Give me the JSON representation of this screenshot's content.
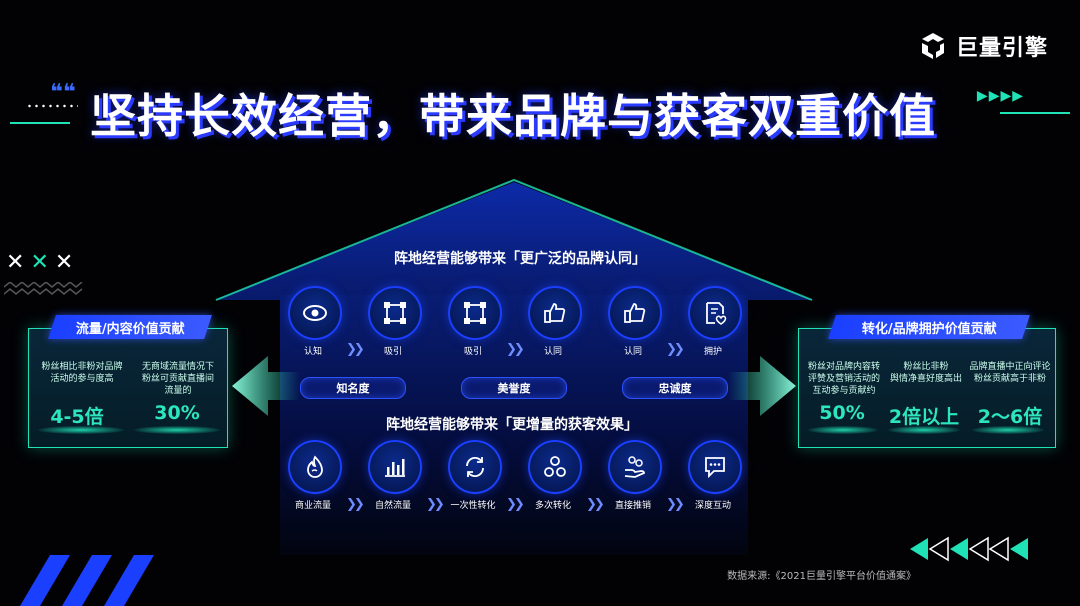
{
  "brand": {
    "name": "巨量引擎",
    "accent": "#1fe3b6",
    "blue": "#1a3fff"
  },
  "title": "坚持长效经营，带来品牌与获客双重价值",
  "house": {
    "top_heading": "阵地经营能够带来「更广泛的品牌认同」",
    "bottom_heading": "阵地经营能够带来「更增量的获客效果」",
    "top_icons": [
      {
        "icon": "eye-icon",
        "label": "认知"
      },
      {
        "icon": "select-frame-icon",
        "label": "吸引"
      },
      {
        "icon": "select-frame-icon",
        "label": "吸引"
      },
      {
        "icon": "thumbs-up-icon",
        "label": "认同"
      },
      {
        "icon": "thumbs-up-icon",
        "label": "认同"
      },
      {
        "icon": "heart-doc-icon",
        "label": "拥护"
      }
    ],
    "pills": [
      "知名度",
      "美誉度",
      "忠诚度"
    ],
    "bottom_icons": [
      {
        "icon": "flame-icon",
        "label": "商业流量"
      },
      {
        "icon": "bar-chart-icon",
        "label": "自然流量"
      },
      {
        "icon": "cycle-icon",
        "label": "一次性转化"
      },
      {
        "icon": "cluster-icon",
        "label": "多次转化"
      },
      {
        "icon": "hand-coins-icon",
        "label": "直接推销"
      },
      {
        "icon": "chat-icon",
        "label": "深度互动"
      }
    ]
  },
  "left_panel": {
    "tag": "流量/内容价值贡献",
    "stats": [
      {
        "desc": [
          "粉丝相比非粉对品牌",
          "活动的参与度高"
        ],
        "value": "4-5倍"
      },
      {
        "desc": [
          "无商域流量情况下",
          "粉丝可贡献直播间",
          "流量的"
        ],
        "value": "30%"
      }
    ]
  },
  "right_panel": {
    "tag": "转化/品牌拥护价值贡献",
    "stats": [
      {
        "desc": [
          "粉丝对品牌内容转",
          "评赞及营销活动的",
          "互动参与贡献约"
        ],
        "value": "50%"
      },
      {
        "desc": [
          "粉丝比非粉",
          "舆情净喜好度高出"
        ],
        "value": "2倍以上"
      },
      {
        "desc": [
          "品牌直播中正向评论",
          "粉丝贡献高于非粉"
        ],
        "value": "2～6倍"
      }
    ]
  },
  "source": "数据来源:《2021巨量引擎平台价值通案》"
}
